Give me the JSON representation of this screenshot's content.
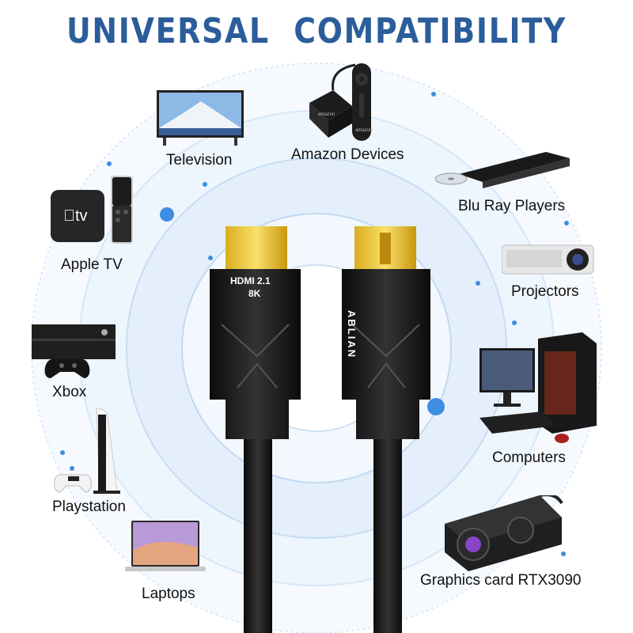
{
  "title": "UNIVERSAL   COMPATIBILITY",
  "colors": {
    "title": "#2b5d9b",
    "ring_light": "#e6f1fc",
    "ring_mid": "#c9e0f7",
    "dot": "#3d8de0",
    "gold": "#e6c12a",
    "cable": "#1a1a1a"
  },
  "devices": {
    "television": "Television",
    "amazon": "Amazon Devices",
    "bluray": "Blu Ray Players",
    "appletv": "Apple TV",
    "projectors": "Projectors",
    "xbox": "Xbox",
    "computers": "Computers",
    "playstation": "Playstation",
    "laptops": "Laptops",
    "graphics": "Graphics card RTX3090"
  },
  "device_text": {
    "appletv_badge": "tv",
    "amazon_box": "amazon",
    "amazon_remote": "amazon"
  },
  "cable": {
    "left_brand": "HDMI 2.1",
    "left_spec": "8K",
    "right_brand": "ABLIAN"
  }
}
